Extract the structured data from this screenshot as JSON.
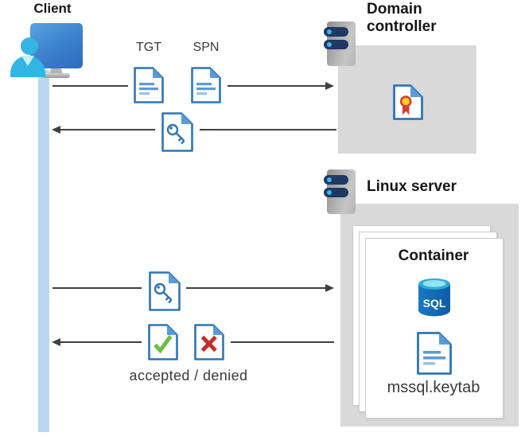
{
  "client": {
    "label": "Client"
  },
  "messages": {
    "tgt_label": "TGT",
    "spn_label": "SPN",
    "accepted_denied_label": "accepted / denied"
  },
  "domain_controller": {
    "title": "Domain controller"
  },
  "linux_server": {
    "title": "Linux server",
    "container": {
      "title": "Container",
      "sql_badge": "SQL",
      "keytab_filename": "mssql.keytab"
    }
  },
  "flows": [
    {
      "from": "client",
      "to": "domain-controller",
      "direction": "right",
      "items": [
        "TGT",
        "SPN"
      ]
    },
    {
      "from": "domain-controller",
      "to": "client",
      "direction": "left",
      "items": [
        "kerberos-ticket"
      ]
    },
    {
      "from": "client",
      "to": "linux-server-container",
      "direction": "right",
      "items": [
        "kerberos-ticket"
      ]
    },
    {
      "from": "linux-server-container",
      "to": "client",
      "direction": "left",
      "items": [
        "accepted",
        "denied"
      ]
    }
  ],
  "icons": {
    "client-user-icon": "person-silhouette",
    "client-monitor-icon": "blue-monitor",
    "timeline-bar": "vertical-lifeline",
    "server-icon": "gray-server-with-blue-bars",
    "tgt-document-icon": "document-folded-corner-lines",
    "spn-document-icon": "document-folded-corner-lines",
    "ticket-key-icon": "document-with-key",
    "certificate-icon": "document-with-ribbon-seal",
    "accepted-check-icon": "document-with-green-check",
    "denied-x-icon": "document-with-red-x",
    "sql-database-icon": "blue-database-cylinder",
    "keytab-document-icon": "document-folded-corner-lines"
  },
  "colors": {
    "doc_border_blue": "#2e75b6",
    "fold_blue": "#5b9bd5",
    "doc_line_blue": "#5b9bd5",
    "doc_line_light": "#9dc3e6",
    "success_green": "#6cbe45",
    "denied_red": "#c02e2e",
    "cert_yellow": "#ffd21e",
    "cert_red": "#da3b2b",
    "client_cyan": "#33b5e3",
    "monitor_blue": "#3b7fcd",
    "timeline_blue": "#b9d7f2",
    "server_bar_navy": "#1f3864",
    "server_dot_blue": "#41b4e6",
    "sql_body_blue": "#1566b8",
    "sql_top_cyan": "#62d2e8",
    "box_gray": "#d9d9d9",
    "arrow_gray": "#404040"
  }
}
